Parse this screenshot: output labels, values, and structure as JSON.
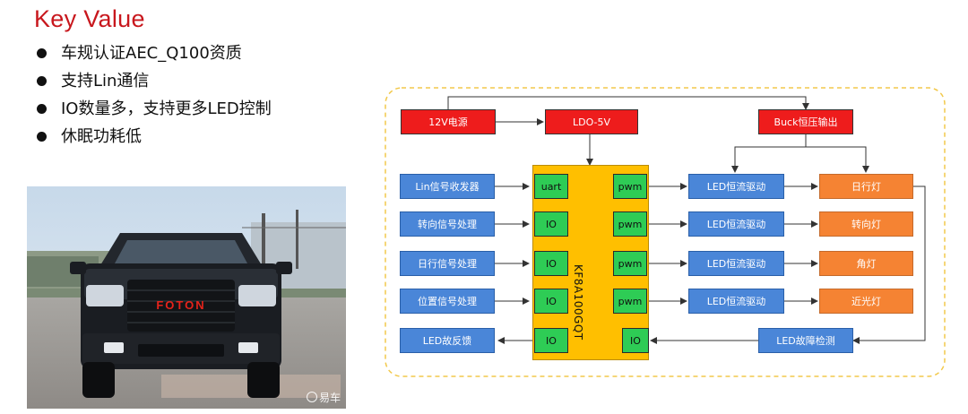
{
  "header": {
    "title": "Key Value"
  },
  "bullets": [
    "车规认证AEC_Q100资质",
    "支持Lin通信",
    "IO数量多，支持更多LED控制",
    "休眠功耗低"
  ],
  "photo": {
    "badge": "FOTON",
    "watermark": "易车"
  },
  "diagram": {
    "power": {
      "v12": "12V电源",
      "ldo": "LDO-5V",
      "buck": "Buck恒压输出"
    },
    "mcu": "KF8A100GQT",
    "inputs": [
      "Lin信号收发器",
      "转向信号处理",
      "日行信号处理",
      "位置信号处理"
    ],
    "output_feedback": "LED故反馈",
    "mcu_left_pins": [
      "uart",
      "IO",
      "IO",
      "IO",
      "IO"
    ],
    "mcu_right_pins": [
      "pwm",
      "pwm",
      "pwm",
      "pwm",
      "IO"
    ],
    "drivers": [
      "LED恒流驱动",
      "LED恒流驱动",
      "LED恒流驱动",
      "LED恒流驱动"
    ],
    "lamps": [
      "日行灯",
      "转向灯",
      "角灯",
      "近光灯"
    ],
    "fault_detect": "LED故障检测"
  },
  "colors": {
    "title_red": "#c8171d",
    "power_red": "#ee1c1c",
    "input_blue": "#4a86d8",
    "lamp_orange": "#f58333",
    "pin_green": "#2ecc55",
    "mcu_yellow": "#ffbf00",
    "frame_yellow": "#f2c94c"
  }
}
